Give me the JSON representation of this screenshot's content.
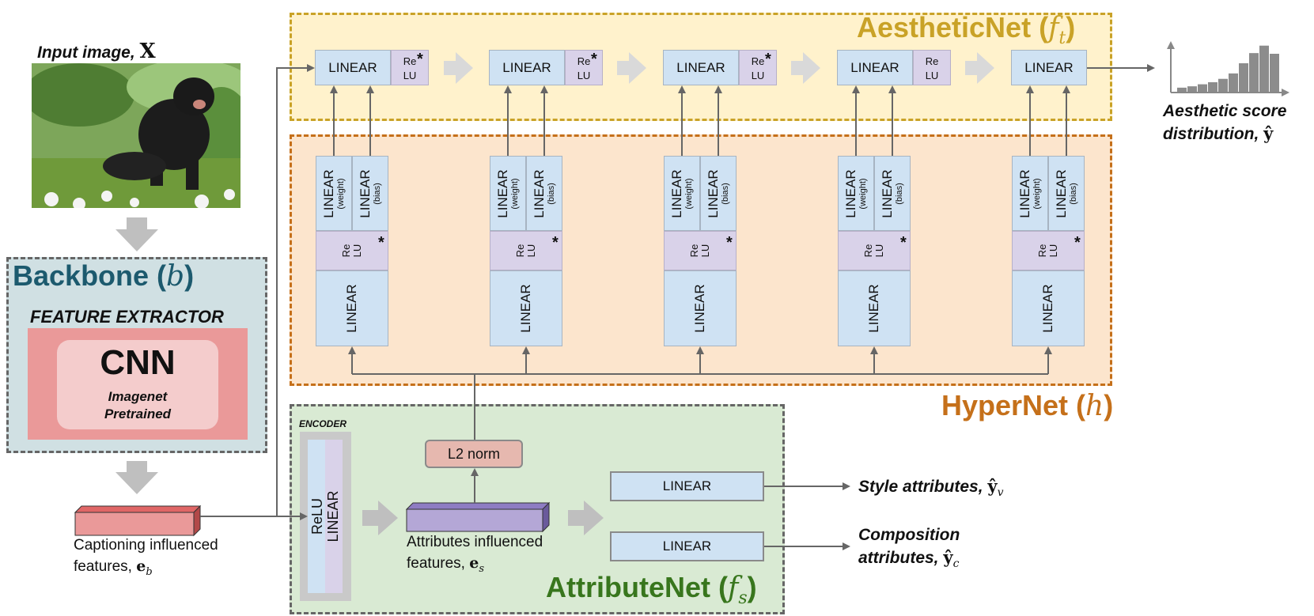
{
  "input": {
    "label": "Input image,",
    "symbol": "X"
  },
  "backbone": {
    "title": "Backbone (",
    "symbol": "b",
    "close": ")",
    "subtitle": "FEATURE EXTRACTOR",
    "cnn": "CNN",
    "cnn_sub1": "Imagenet",
    "cnn_sub2": "Pretrained"
  },
  "captioning": {
    "line1": "Captioning influenced",
    "line2": "features, ",
    "symbol": "e",
    "subscript": "b"
  },
  "aesthetic": {
    "title": "AestheticNet (",
    "symbol": "f",
    "subscript": "t",
    "close": ")",
    "colors": {
      "fill": "#fff2cc",
      "border": "#c9a227",
      "title": "#c9a227"
    }
  },
  "hyper": {
    "title": "HyperNet (",
    "symbol": "h",
    "close": ")",
    "colors": {
      "fill": "#fce5cd",
      "border": "#c5701a",
      "title": "#c5701a"
    }
  },
  "attribute": {
    "title": "AttributeNet (",
    "symbol": "f",
    "subscript": "s",
    "close": ")",
    "colors": {
      "fill": "#d9ead3",
      "border": "#666666",
      "title": "#38761d"
    }
  },
  "blocks": {
    "linear": "LINEAR",
    "relu_top": "Re",
    "relu_bottom": "LU",
    "star": "*",
    "weight": "(weight)",
    "bias": "(bias)"
  },
  "encoder": {
    "label": "ENCODER",
    "linear": "LINEAR",
    "relu": "ReLU"
  },
  "l2norm": "L2 norm",
  "attr_features": {
    "line1": "Attributes influenced",
    "line2": "features, ",
    "symbol": "e",
    "subscript": "s"
  },
  "outputs": {
    "aesthetic_line1": "Aesthetic score",
    "aesthetic_line2": "distribution,",
    "aesthetic_symbol": "ŷ",
    "style": "Style attributes,",
    "style_symbol": "ŷ",
    "style_sub": "v",
    "composition_line1": "Composition",
    "composition_line2": "attributes,",
    "composition_symbol": "ŷ",
    "composition_sub": "c"
  },
  "histogram": {
    "values": [
      0.06,
      0.08,
      0.11,
      0.14,
      0.19,
      0.27,
      0.42,
      0.57,
      0.68,
      0.56
    ]
  }
}
